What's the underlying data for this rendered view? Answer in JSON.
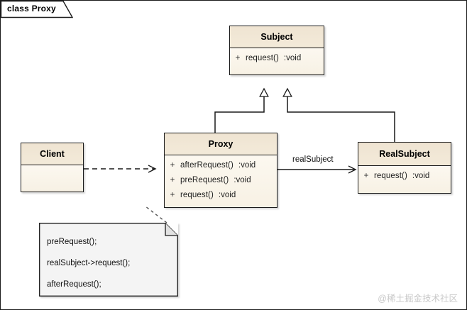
{
  "frame": {
    "title": "class Proxy"
  },
  "classes": [
    {
      "id": "subject",
      "name": "Subject",
      "members": [
        {
          "visibility": "+",
          "signature": "request()",
          "return": ":void"
        }
      ]
    },
    {
      "id": "proxy",
      "name": "Proxy",
      "members": [
        {
          "visibility": "+",
          "signature": "afterRequest()",
          "return": ":void"
        },
        {
          "visibility": "+",
          "signature": "preRequest()",
          "return": ":void"
        },
        {
          "visibility": "+",
          "signature": "request()",
          "return": ":void"
        }
      ]
    },
    {
      "id": "realsubject",
      "name": "RealSubject",
      "members": [
        {
          "visibility": "+",
          "signature": "request()",
          "return": ":void"
        }
      ]
    },
    {
      "id": "client",
      "name": "Client",
      "members": []
    }
  ],
  "edges": {
    "association_label": "realSubject"
  },
  "note": {
    "lines": [
      "preRequest();",
      "realSubject->request();",
      "afterRequest();"
    ]
  },
  "watermark": "@稀土掘金技术社区",
  "colors": {
    "class_header": "#efe4d2",
    "class_body": "#fbf6ec",
    "note_fill": "#f4f4f4",
    "line": "#1a1a1a",
    "watermark": "#c9c9c9"
  }
}
